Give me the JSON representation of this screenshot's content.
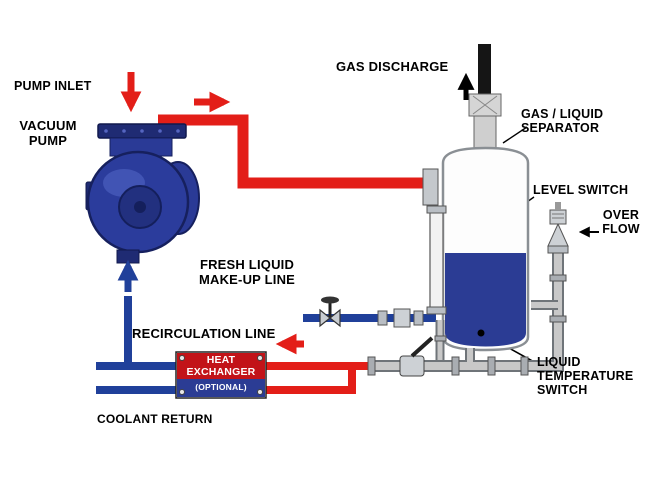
{
  "diagram": {
    "labels": {
      "pump_inlet": "PUMP INLET",
      "vacuum_pump": "VACUUM PUMP",
      "gas_discharge": "GAS DISCHARGE",
      "gas_liquid_separator": "GAS / LIQUID SEPARATOR",
      "level_switch": "LEVEL SWITCH",
      "over_flow": "OVER FLOW",
      "fresh_liquid_makeup_line": "FRESH LIQUID MAKE-UP LINE",
      "recirculation_line": "RECIRCULATION LINE",
      "heat_exchanger": "HEAT EXCHANGER",
      "heat_exchanger_optional": "(OPTIONAL)",
      "coolant_return": "COOLANT RETURN",
      "liquid_temperature_switch": "LIQUID TEMPERATURE SWITCH"
    },
    "colors": {
      "hot_line": "#e31e18",
      "cold_line": "#20409a",
      "pump_body": "#2b3c9c",
      "tank_liquid": "#2b3c94",
      "heat_exchanger_top": "#c21318",
      "heat_exchanger_bottom": "#2b3c94",
      "label_text": "#000000"
    }
  }
}
